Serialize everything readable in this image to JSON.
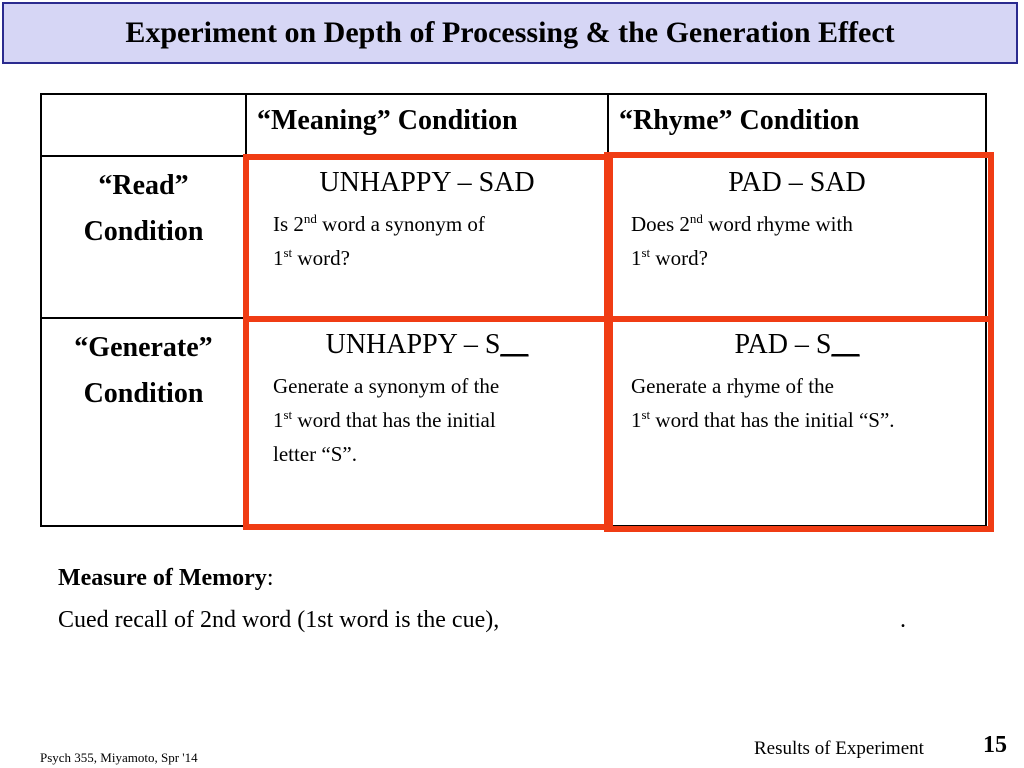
{
  "title": "Experiment on Depth of Processing & the Generation Effect",
  "table": {
    "col_headers": [
      "“Meaning” Condition",
      "“Rhyme” Condition"
    ],
    "rows": [
      {
        "label_line1": "“Read”",
        "label_line2": "Condition",
        "meaning": {
          "pair": "UNHAPPY – SAD",
          "line1_pre": "Is 2",
          "line1_sup": "nd",
          "line1_post": " word a synonym of",
          "line2_pre": "1",
          "line2_sup": "st",
          "line2_post": " word?"
        },
        "rhyme": {
          "pair": "PAD – SAD",
          "line1_pre": "Does 2",
          "line1_sup": "nd",
          "line1_post": " word rhyme with",
          "line2_pre": "1",
          "line2_sup": "st",
          "line2_post": " word?"
        }
      },
      {
        "label_line1": "“Generate”",
        "label_line2": "Condition",
        "meaning": {
          "pair_stem": "UNHAPPY – S",
          "pair_blank": "__",
          "line1": "Generate a synonym of the",
          "line2_pre": "1",
          "line2_sup": "st",
          "line2_post": " word that has the initial",
          "line3": "letter “S”."
        },
        "rhyme": {
          "pair_stem": "PAD – S",
          "pair_blank": "__",
          "line1": "Generate a rhyme of the",
          "line2_pre": "1",
          "line2_sup": "st",
          "line2_post": " word that has the initial “S”."
        }
      }
    ]
  },
  "measure": {
    "label": "Measure of Memory",
    "colon": ":",
    "text": "Cued recall of 2nd word (1st word is the cue),",
    "trailing": "."
  },
  "footer": {
    "left": "Psych 355, Miyamoto, Spr '14",
    "right": "Results of Experiment",
    "page_number": "15"
  },
  "colors": {
    "title_bg": "#d6d6f5",
    "title_border": "#2b2b8f",
    "highlight": "#f03c14"
  }
}
